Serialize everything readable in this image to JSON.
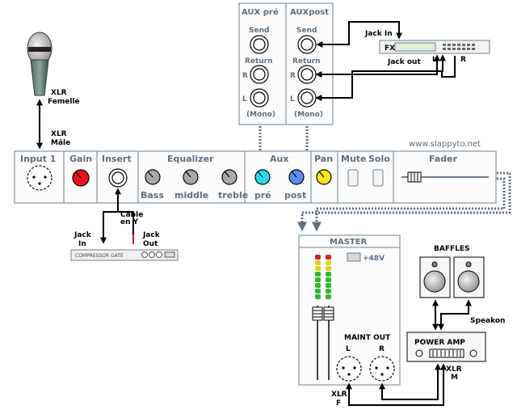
{
  "aux_box": {
    "pre_title": "AUX pré",
    "post_title": "AUXpost",
    "send": "Send",
    "return": "Return",
    "r": "R",
    "l": "L",
    "mono": "(Mono)"
  },
  "fx": {
    "label": "FX",
    "jack_in": "Jack In",
    "jack_out": "Jack out",
    "l": "L",
    "r": "R"
  },
  "mic": {
    "xlr_female": [
      "XLR",
      "Femelle"
    ],
    "xlr_male": [
      "XLR",
      "Mâle"
    ]
  },
  "url": "www.slappyto.net",
  "strip": {
    "input": "Input 1",
    "gain": "Gain",
    "insert": "Insert",
    "equalizer": "Equalizer",
    "bass": "Bass",
    "middle": "middle",
    "treble": "treble",
    "aux": "Aux",
    "pre": "pré",
    "post": "post",
    "pan": "Pan",
    "mute": "Mute",
    "solo": "Solo",
    "fader": "Fader"
  },
  "insert_cable": {
    "cable_y": [
      "Câble",
      "en Y"
    ],
    "jack_in": [
      "Jack",
      "In"
    ],
    "jack_out": [
      "Jack",
      "Out"
    ],
    "compressor": "COMPRESSOR GATE"
  },
  "master": {
    "title": "MASTER",
    "phantom": "+48V",
    "main_out": "MAINT OUT",
    "l": "L",
    "r": "R",
    "xlr_f": [
      "XLR",
      "F"
    ]
  },
  "speakers": {
    "baffles": "BAFFLES",
    "speakon": "Speakon",
    "power_amp": "POWER AMP",
    "xlr_m": [
      "XLR",
      "M"
    ]
  },
  "colors": {
    "gain": "#e8141c",
    "aux_pre": "#2ad8ea",
    "aux_post": "#5b8cf0",
    "pan": "#f3e41a",
    "meter_green": "#31b531",
    "meter_yellow": "#e0d21c",
    "meter_red": "#d42020",
    "outline": "#6d8090"
  }
}
